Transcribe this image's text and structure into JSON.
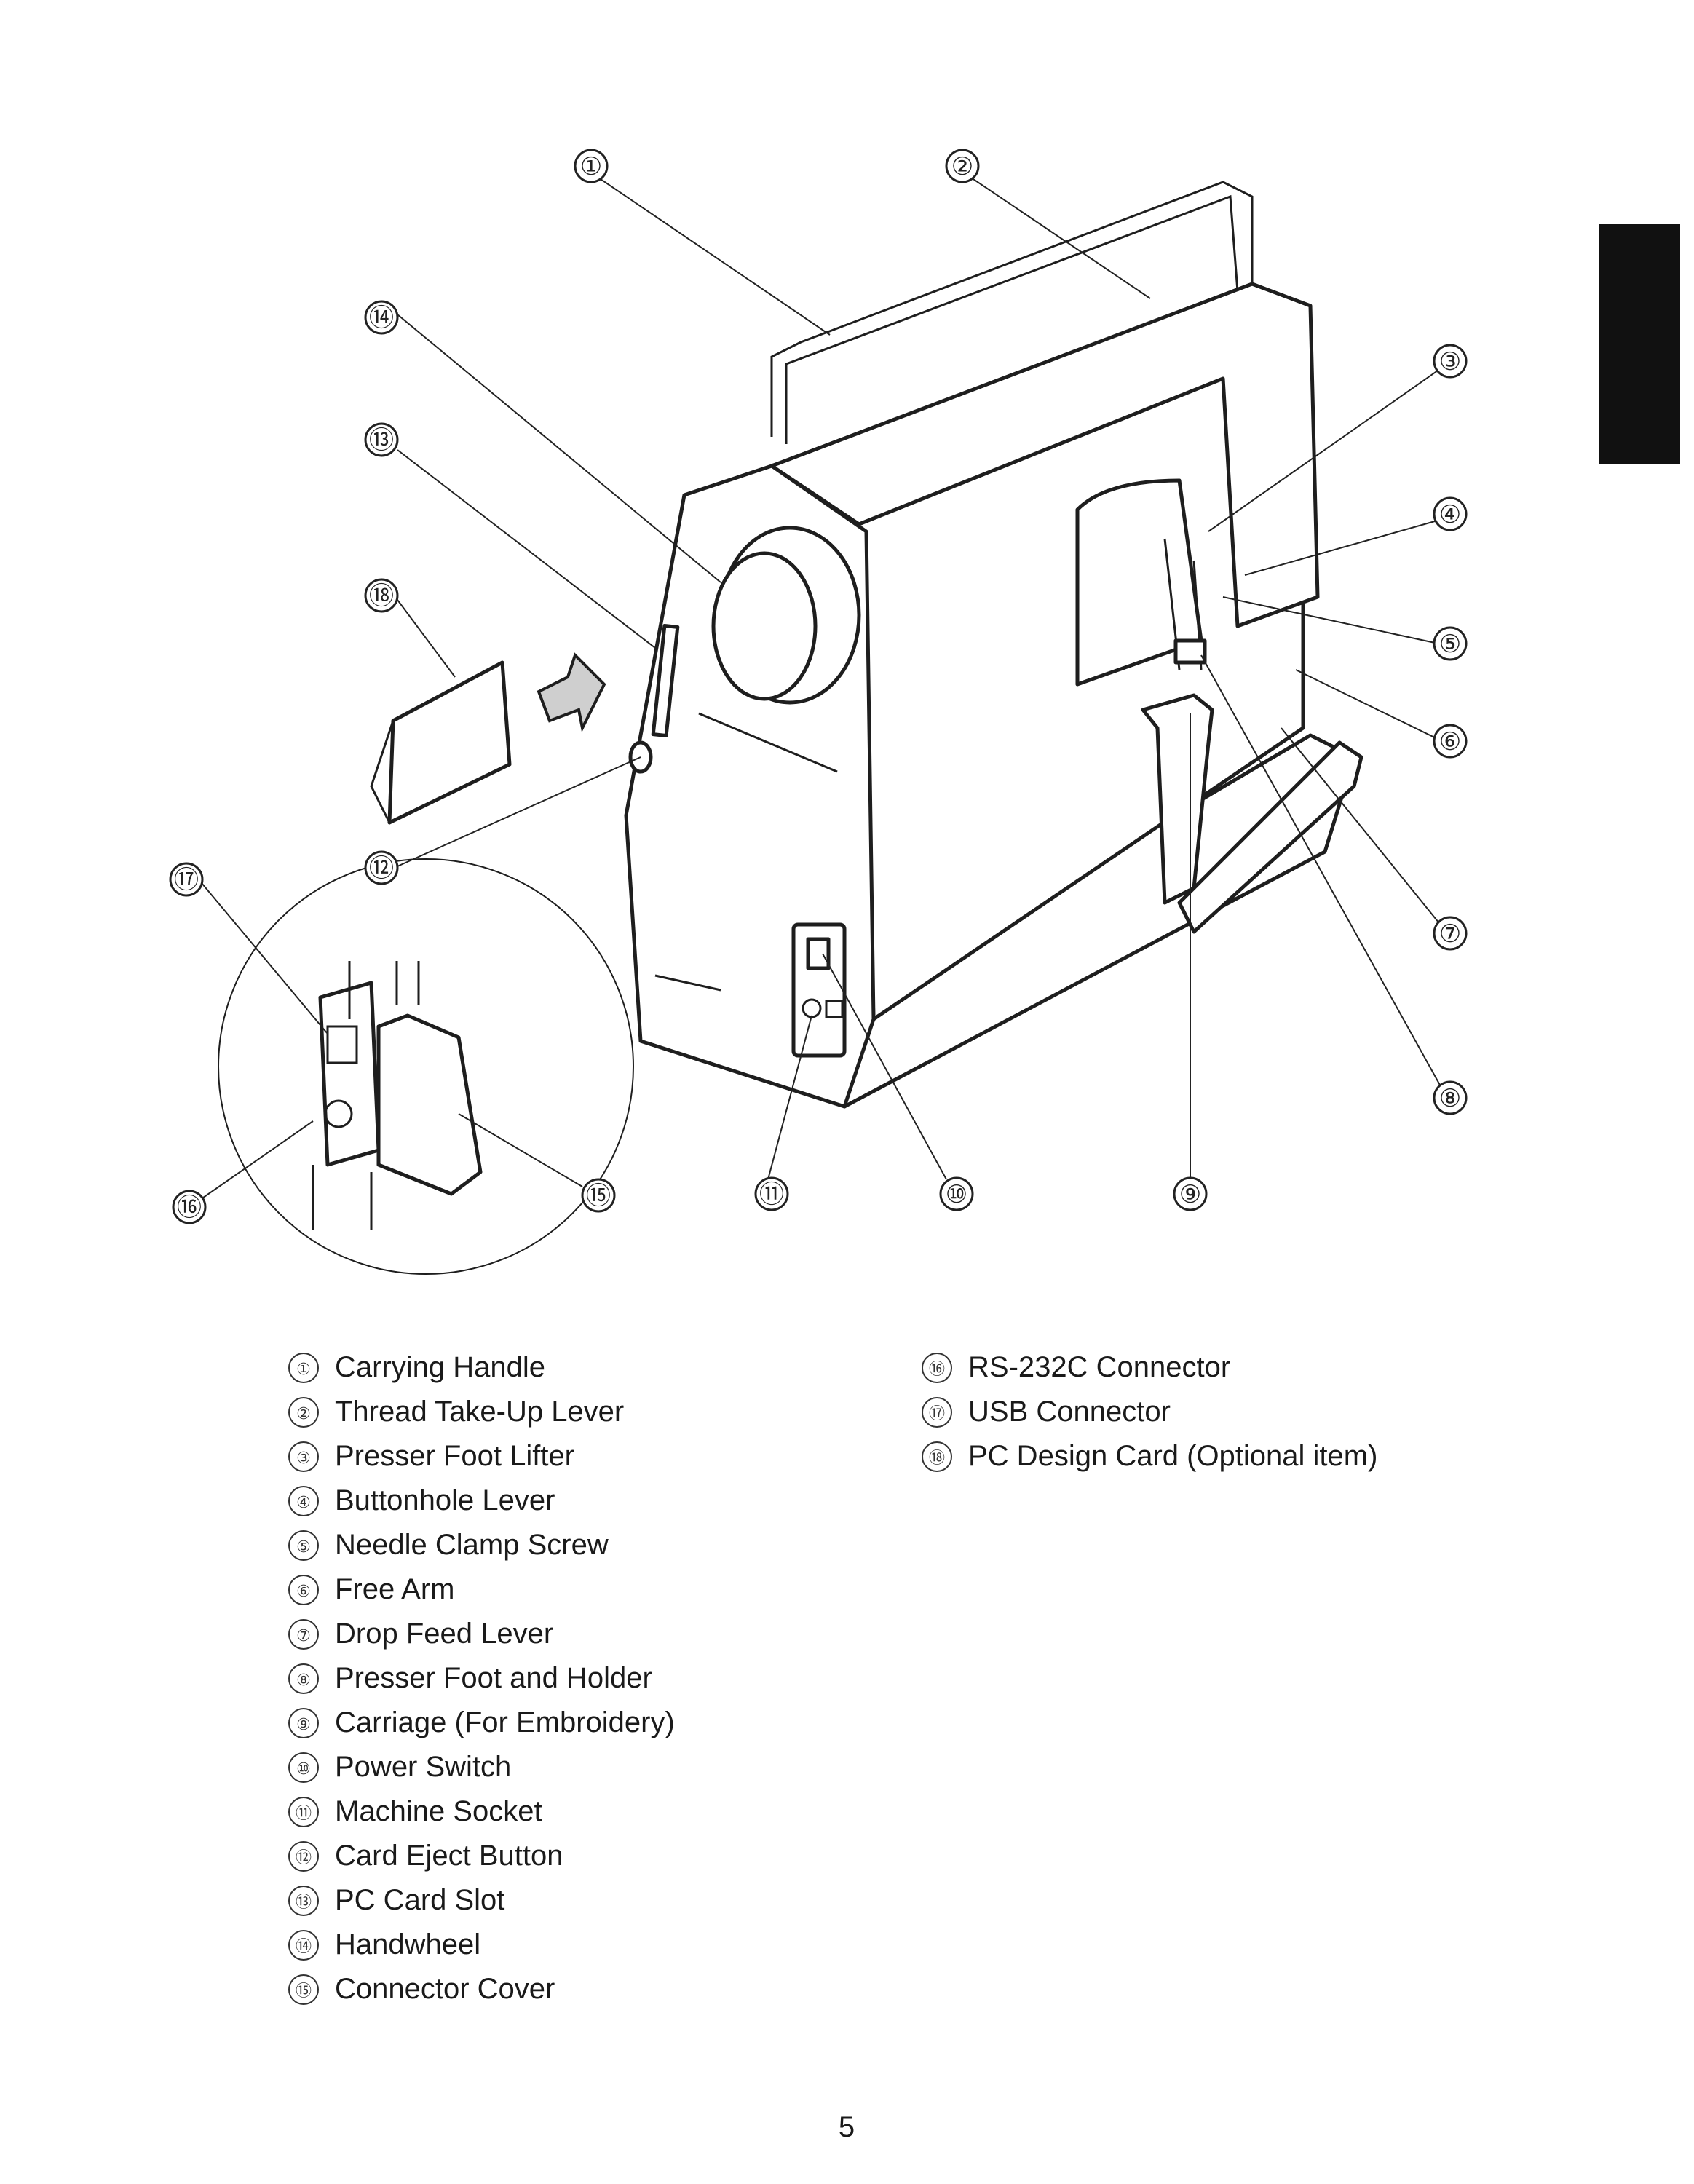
{
  "diagram": {
    "callouts": [
      "①",
      "②",
      "③",
      "④",
      "⑤",
      "⑥",
      "⑦",
      "⑧",
      "⑨",
      "⑩",
      "⑪",
      "⑫",
      "⑬",
      "⑭",
      "⑮",
      "⑯",
      "⑰",
      "⑱"
    ]
  },
  "legend": {
    "left": [
      {
        "num": "①",
        "label": "Carrying Handle"
      },
      {
        "num": "②",
        "label": "Thread Take-Up Lever"
      },
      {
        "num": "③",
        "label": "Presser Foot Lifter"
      },
      {
        "num": "④",
        "label": "Buttonhole Lever"
      },
      {
        "num": "⑤",
        "label": "Needle Clamp Screw"
      },
      {
        "num": "⑥",
        "label": "Free Arm"
      },
      {
        "num": "⑦",
        "label": "Drop Feed Lever"
      },
      {
        "num": "⑧",
        "label": "Presser Foot and Holder"
      },
      {
        "num": "⑨",
        "label": "Carriage (For Embroidery)"
      },
      {
        "num": "⑩",
        "label": "Power Switch"
      },
      {
        "num": "⑪",
        "label": "Machine Socket"
      },
      {
        "num": "⑫",
        "label": "Card Eject Button"
      },
      {
        "num": "⑬",
        "label": "PC Card Slot"
      },
      {
        "num": "⑭",
        "label": "Handwheel"
      },
      {
        "num": "⑮",
        "label": "Connector Cover"
      }
    ],
    "right": [
      {
        "num": "⑯",
        "label": "RS-232C Connector"
      },
      {
        "num": "⑰",
        "label": "USB Connector"
      },
      {
        "num": "⑱",
        "label": "PC Design Card (Optional item)"
      }
    ]
  },
  "page_number": "5",
  "colors": {
    "ink": "#1e1e1e",
    "tab": "#111111",
    "paper": "#ffffff"
  }
}
